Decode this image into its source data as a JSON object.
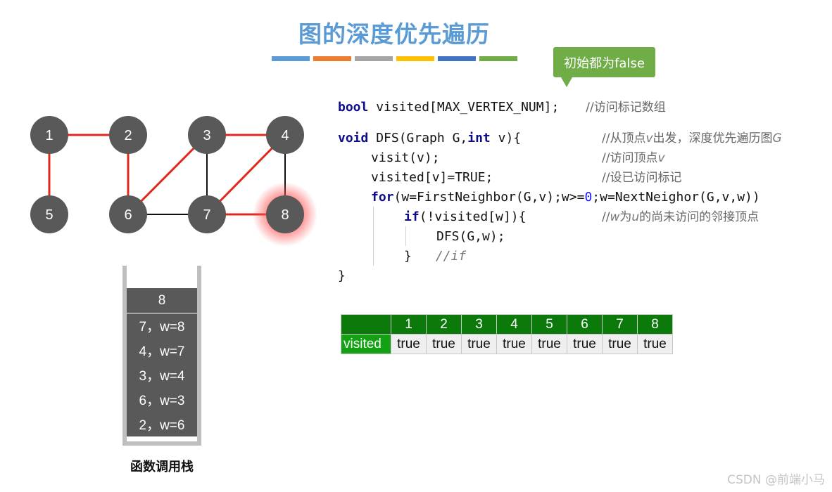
{
  "title": "图的深度优先遍历",
  "color_bars": [
    "#5b9bd5",
    "#ed7d31",
    "#a5a5a5",
    "#ffc000",
    "#4472c4",
    "#70ad47"
  ],
  "callout": "初始都为false",
  "graph": {
    "nodes": [
      {
        "id": "1",
        "label": "1",
        "highlighted": false
      },
      {
        "id": "2",
        "label": "2",
        "highlighted": false
      },
      {
        "id": "3",
        "label": "3",
        "highlighted": false
      },
      {
        "id": "4",
        "label": "4",
        "highlighted": false
      },
      {
        "id": "5",
        "label": "5",
        "highlighted": false
      },
      {
        "id": "6",
        "label": "6",
        "highlighted": false
      },
      {
        "id": "7",
        "label": "7",
        "highlighted": false
      },
      {
        "id": "8",
        "label": "8",
        "highlighted": true
      }
    ],
    "edges": [
      {
        "from": "1",
        "to": "2",
        "traversed": true
      },
      {
        "from": "1",
        "to": "5",
        "traversed": true
      },
      {
        "from": "2",
        "to": "6",
        "traversed": true
      },
      {
        "from": "6",
        "to": "3",
        "traversed": true
      },
      {
        "from": "3",
        "to": "4",
        "traversed": true
      },
      {
        "from": "4",
        "to": "7",
        "traversed": true
      },
      {
        "from": "7",
        "to": "8",
        "traversed": true
      },
      {
        "from": "3",
        "to": "7",
        "traversed": false
      },
      {
        "from": "4",
        "to": "8",
        "traversed": false
      },
      {
        "from": "6",
        "to": "7",
        "traversed": false
      }
    ],
    "node_color": "#595959",
    "traversed_color": "#e0291c",
    "plain_color": "#111111",
    "highlight_glow": "#ff5050"
  },
  "code": {
    "decl": {
      "type": "bool",
      "rest": " visited[MAX_VERTEX_NUM];",
      "comment": "//访问标记数组"
    },
    "func_sig": {
      "kw_void": "void",
      "mid": " DFS(Graph G,",
      "kw_int": "int",
      "end": " v){",
      "comment_pre": "//从顶点",
      "comment_v": "v",
      "comment_mid": "出发，深度优先遍历图",
      "comment_g": "G"
    },
    "visit": {
      "text": "visit(v);",
      "comment_pre": "//访问顶点",
      "comment_v": "v"
    },
    "set_visited": {
      "text": "visited[v]=TRUE;",
      "comment": "//设已访问标记"
    },
    "for_line": {
      "kw": "for",
      "part1": "(w=FirstNeighbor(G,v);w>=",
      "num": "0",
      "part2": ";w=NextNeighor(G,v,w))"
    },
    "if_line": {
      "kw": "if",
      "text": "(!visited[w]){",
      "comment_pre": "//",
      "comment_w": "w",
      "comment_mid": "为",
      "comment_u": "u",
      "comment_post": "的尚未访问的邻接顶点"
    },
    "dfs_call": "DFS(G,w);",
    "close_if": "}",
    "close_if_comment": "//if",
    "close_func": "}"
  },
  "stack": {
    "frames": [
      "8",
      "7，w=8",
      "4，w=7",
      "3，w=4",
      "6，w=3",
      "2，w=6"
    ],
    "caption": "函数调用栈"
  },
  "visited_table": {
    "row_label": "visited",
    "columns": [
      "1",
      "2",
      "3",
      "4",
      "5",
      "6",
      "7",
      "8"
    ],
    "values": [
      "true",
      "true",
      "true",
      "true",
      "true",
      "true",
      "true",
      "true"
    ]
  },
  "watermark": "CSDN @前端小马"
}
